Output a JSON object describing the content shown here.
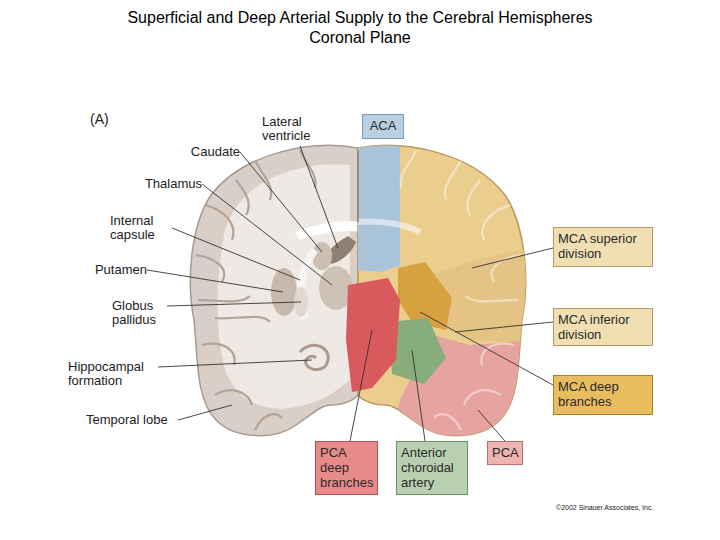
{
  "diagram": {
    "title": "Superficial and Deep Arterial Supply to the Cerebral Hemispheres Coronal Plane",
    "nodes": [
      {
        "text": [
          "ACA"
        ]
      },
      {
        "text": [
          "MCA superior division"
        ]
      },
      {
        "text": [
          "MCA inferior division"
        ]
      },
      {
        "text": [
          "MCA deep branches"
        ]
      },
      {
        "text": [
          "PCA deep branches"
        ]
      },
      {
        "text": [
          "Anterior choroidal artery"
        ]
      },
      {
        "text": [
          "PCA"
        ]
      }
    ],
    "labels": [
      "(A)",
      "Lateral ventricle",
      "Caudate",
      "Thalamus",
      "Internal capsule",
      "Putamen",
      "Globus pallidus",
      "Hippocampal formation",
      "Temporal lobe",
      "©2002 Sinauer Associates, Inc."
    ]
  }
}
